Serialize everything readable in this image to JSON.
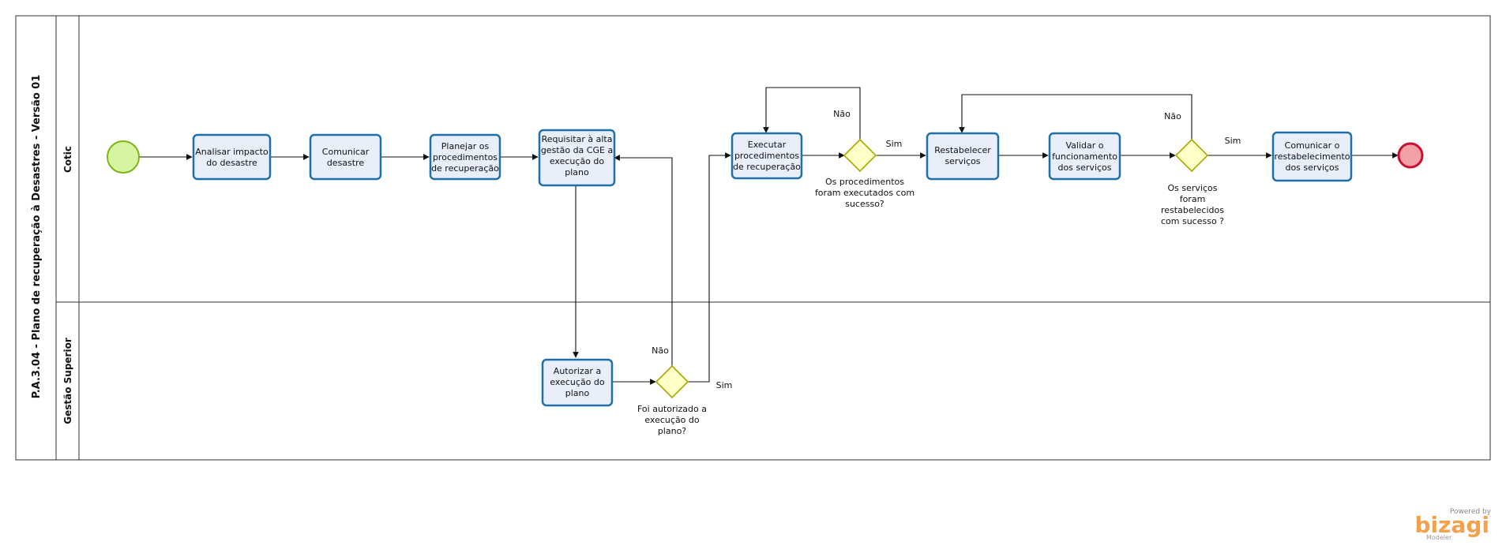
{
  "pool": {
    "title": "P.A.3.04 - Plano de recuperação à Desastres - Versão 01"
  },
  "lanes": [
    "Cotic",
    "Gestão Superior"
  ],
  "tasks": {
    "analisar": [
      "Analisar impacto",
      "do desastre"
    ],
    "comunicar_desastre": [
      "Comunicar",
      "desastre"
    ],
    "planejar": [
      "Planejar os",
      "procedimentos",
      "de recuperação"
    ],
    "requisitar": [
      "Requisitar à alta",
      "gestão da CGE a",
      "execução do",
      "plano"
    ],
    "autorizar": [
      "Autorizar a",
      "execução do",
      "plano"
    ],
    "executar": [
      "Executar",
      "procedimentos",
      "de recuperação"
    ],
    "restabelecer": [
      "Restabelecer",
      "serviços"
    ],
    "validar": [
      "Validar o",
      "funcionamento",
      "dos serviços"
    ],
    "comunicar_restab": [
      "Comunicar o",
      "restabelecimento",
      "dos serviços"
    ]
  },
  "gateways": {
    "autorizado": [
      "Foi autorizado a",
      "execução do",
      "plano?"
    ],
    "executados": [
      "Os procedimentos",
      "foram executados com",
      "sucesso?"
    ],
    "restabelecidos": [
      "Os serviços",
      "foram",
      "restabelecidos",
      "com sucesso ?"
    ]
  },
  "flow_labels": {
    "nao": "Não",
    "sim": "Sim"
  },
  "branding": {
    "powered_by": "Powered by",
    "brand": "bizagi",
    "product": "Modeler"
  },
  "colors": {
    "task_fill": "#e8effb",
    "task_stroke": "#1f6fa8",
    "gateway_fill": "#ffffc8",
    "gateway_stroke": "#a8a800",
    "start_fill": "#d6f5a0",
    "start_stroke": "#7cb518",
    "end_fill": "#f2a0a8",
    "end_stroke": "#c8102e",
    "brand": "#f5a04a"
  }
}
